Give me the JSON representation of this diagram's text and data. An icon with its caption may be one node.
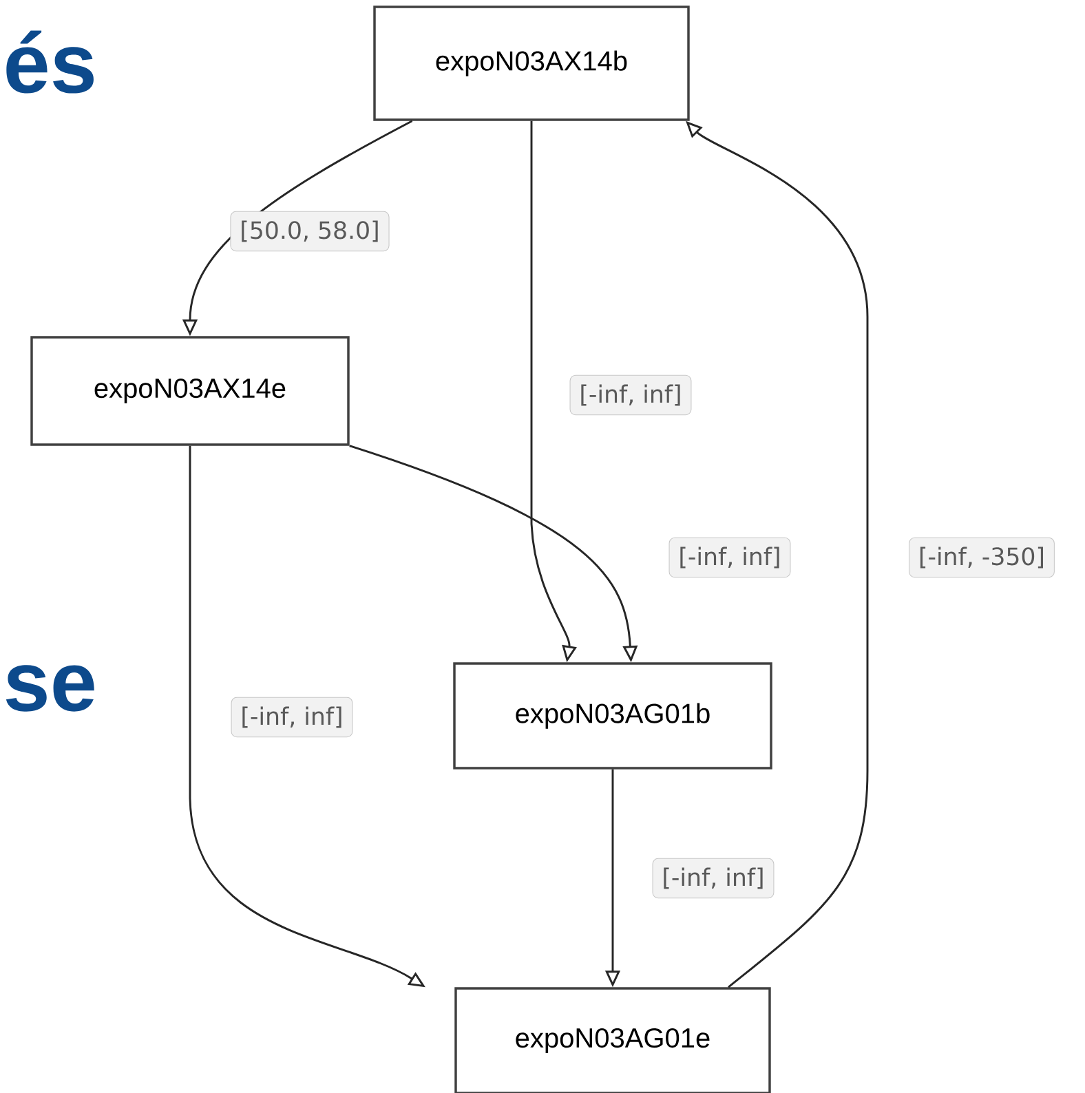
{
  "diagram": {
    "nodes": [
      {
        "text": [
          "expoN03AX14b"
        ]
      },
      {
        "text": [
          "expoN03AX14e"
        ]
      },
      {
        "text": [
          "expoN03AG01b"
        ]
      },
      {
        "text": [
          "expoN03AG01e"
        ]
      }
    ],
    "edges": [
      {
        "from": 0,
        "to": 1,
        "arrow": "to",
        "label": "[50.0, 58.0]"
      },
      {
        "from": 0,
        "to": 2,
        "arrow": "to",
        "label": "[-inf, inf]"
      },
      {
        "from": 1,
        "to": 2,
        "arrow": "to",
        "label": "[-inf, inf]"
      },
      {
        "from": 1,
        "to": 3,
        "arrow": "to",
        "label": "[-inf, inf]"
      },
      {
        "from": 2,
        "to": 3,
        "arrow": "to",
        "label": "[-inf, inf]"
      },
      {
        "from": 3,
        "to": 0,
        "arrow": "to",
        "label": "[-inf, -350]"
      }
    ],
    "labels": [
      "és",
      "se"
    ]
  }
}
